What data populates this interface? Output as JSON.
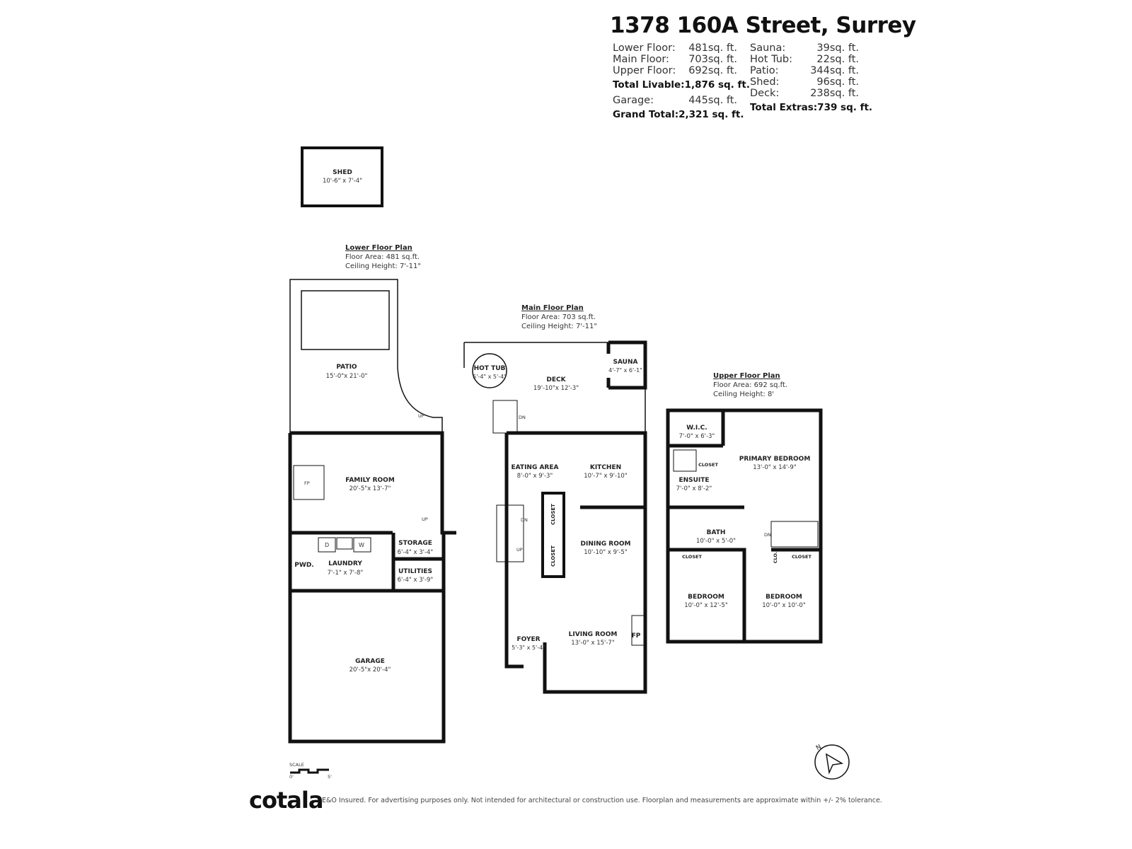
{
  "header": {
    "title": "1378 160A Street, Surrey",
    "stats_left": [
      {
        "label": "Lower Floor:",
        "value": "481sq. ft."
      },
      {
        "label": "Main Floor:",
        "value": "703sq. ft."
      },
      {
        "label": "Upper Floor:",
        "value": "692sq. ft."
      }
    ],
    "total_livable": {
      "label": "Total Livable:",
      "value": "1,876 sq. ft."
    },
    "garage": {
      "label": "Garage:",
      "value": "445sq. ft."
    },
    "grand_total": {
      "label": "Grand Total:",
      "value": "2,321 sq. ft."
    },
    "stats_right": [
      {
        "label": "Sauna:",
        "value": "39sq. ft."
      },
      {
        "label": "Hot Tub:",
        "value": "22sq. ft."
      },
      {
        "label": "Patio:",
        "value": "344sq. ft."
      },
      {
        "label": "Shed:",
        "value": "96sq. ft."
      },
      {
        "label": "Deck:",
        "value": "238sq. ft."
      }
    ],
    "total_extras": {
      "label": "Total Extras:",
      "value": "739 sq. ft."
    }
  },
  "shed": {
    "name": "SHED",
    "dims": "10'-6\" x 7'-4\""
  },
  "lower_floor": {
    "heading": "Lower Floor Plan",
    "area": "Floor Area: 481 sq.ft.",
    "ceiling": "Ceiling Height: 7'-11\"",
    "rooms": {
      "patio": {
        "name": "PATIO",
        "dims": "15'-0\"x 21'-0\""
      },
      "family": {
        "name": "FAMILY ROOM",
        "dims": "20'-5\"x 13'-7\""
      },
      "storage": {
        "name": "STORAGE",
        "dims": "6'-4\" x 3'-4\""
      },
      "utilities": {
        "name": "UTILITIES",
        "dims": "6'-4\" x 3'-9\""
      },
      "laundry": {
        "name": "LAUNDRY",
        "dims": "7'-1\" x 7'-8\""
      },
      "pwd": {
        "name": "PWD."
      },
      "garage": {
        "name": "GARAGE",
        "dims": "20'-5\"x 20'-4\""
      }
    },
    "stair_up_1": "UP",
    "stair_up_2": "UP",
    "fireplace": "FP",
    "dryer": "D",
    "washer": "W"
  },
  "main_floor": {
    "heading": "Main Floor Plan",
    "area": "Floor Area: 703 sq.ft.",
    "ceiling": "Ceiling Height: 7'-11\"",
    "rooms": {
      "hot_tub": {
        "name": "HOT TUB",
        "dims": "5'-4\" x 5'-4\""
      },
      "deck": {
        "name": "DECK",
        "dims": "19'-10\"x 12'-3\""
      },
      "sauna": {
        "name": "SAUNA",
        "dims": "4'-7\" x 6'-1\""
      },
      "eating": {
        "name": "EATING AREA",
        "dims": "8'-0\" x 9'-3\""
      },
      "kitchen": {
        "name": "KITCHEN",
        "dims": "10'-7\" x 9'-10\""
      },
      "dining": {
        "name": "DINING ROOM",
        "dims": "10'-10\" x 9'-5\""
      },
      "living": {
        "name": "LIVING ROOM",
        "dims": "13'-0\" x 15'-7\""
      },
      "foyer": {
        "name": "FOYER",
        "dims": "5'-3\" x 5'-4\""
      },
      "closet1": {
        "name": "CLOSET"
      },
      "closet2": {
        "name": "CLOSET"
      }
    },
    "stair_dn_deck": "DN",
    "stair_dn": "DN",
    "stair_up": "UP",
    "fireplace": "FP"
  },
  "upper_floor": {
    "heading": "Upper Floor Plan",
    "area": "Floor Area: 692 sq.ft.",
    "ceiling": "Ceiling Height: 8'",
    "rooms": {
      "wic": {
        "name": "W.I.C.",
        "dims": "7'-0\" x 6'-3\""
      },
      "primary": {
        "name": "PRIMARY BEDROOM",
        "dims": "13'-0\" x 14'-9\""
      },
      "closet_ensuite": {
        "name": "CLOSET"
      },
      "ensuite": {
        "name": "ENSUITE",
        "dims": "7'-0\" x 8'-2\""
      },
      "bath": {
        "name": "BATH",
        "dims": "10'-0\" x 5'-0\""
      },
      "closet_bed1": {
        "name": "CLOSET"
      },
      "clo": {
        "name": "CLO."
      },
      "closet_bed2": {
        "name": "CLOSET"
      },
      "bedroom1": {
        "name": "BEDROOM",
        "dims": "10'-0\" x 12'-5\""
      },
      "bedroom2": {
        "name": "BEDROOM",
        "dims": "10'-0\" x 10'-0\""
      }
    },
    "stair_dn": "DN"
  },
  "scale": {
    "label": "SCALE",
    "start": "0'",
    "end": "5'"
  },
  "compass": {
    "letter": "N"
  },
  "footer": {
    "brand": "cotala",
    "disclaimer": "E&O Insured. For advertising purposes only. Not intended for architectural or construction use. Floorplan and measurements are approximate within +/- 2% tolerance."
  },
  "colors": {
    "wall": "#111111",
    "text": "#222222",
    "background": "#ffffff"
  }
}
